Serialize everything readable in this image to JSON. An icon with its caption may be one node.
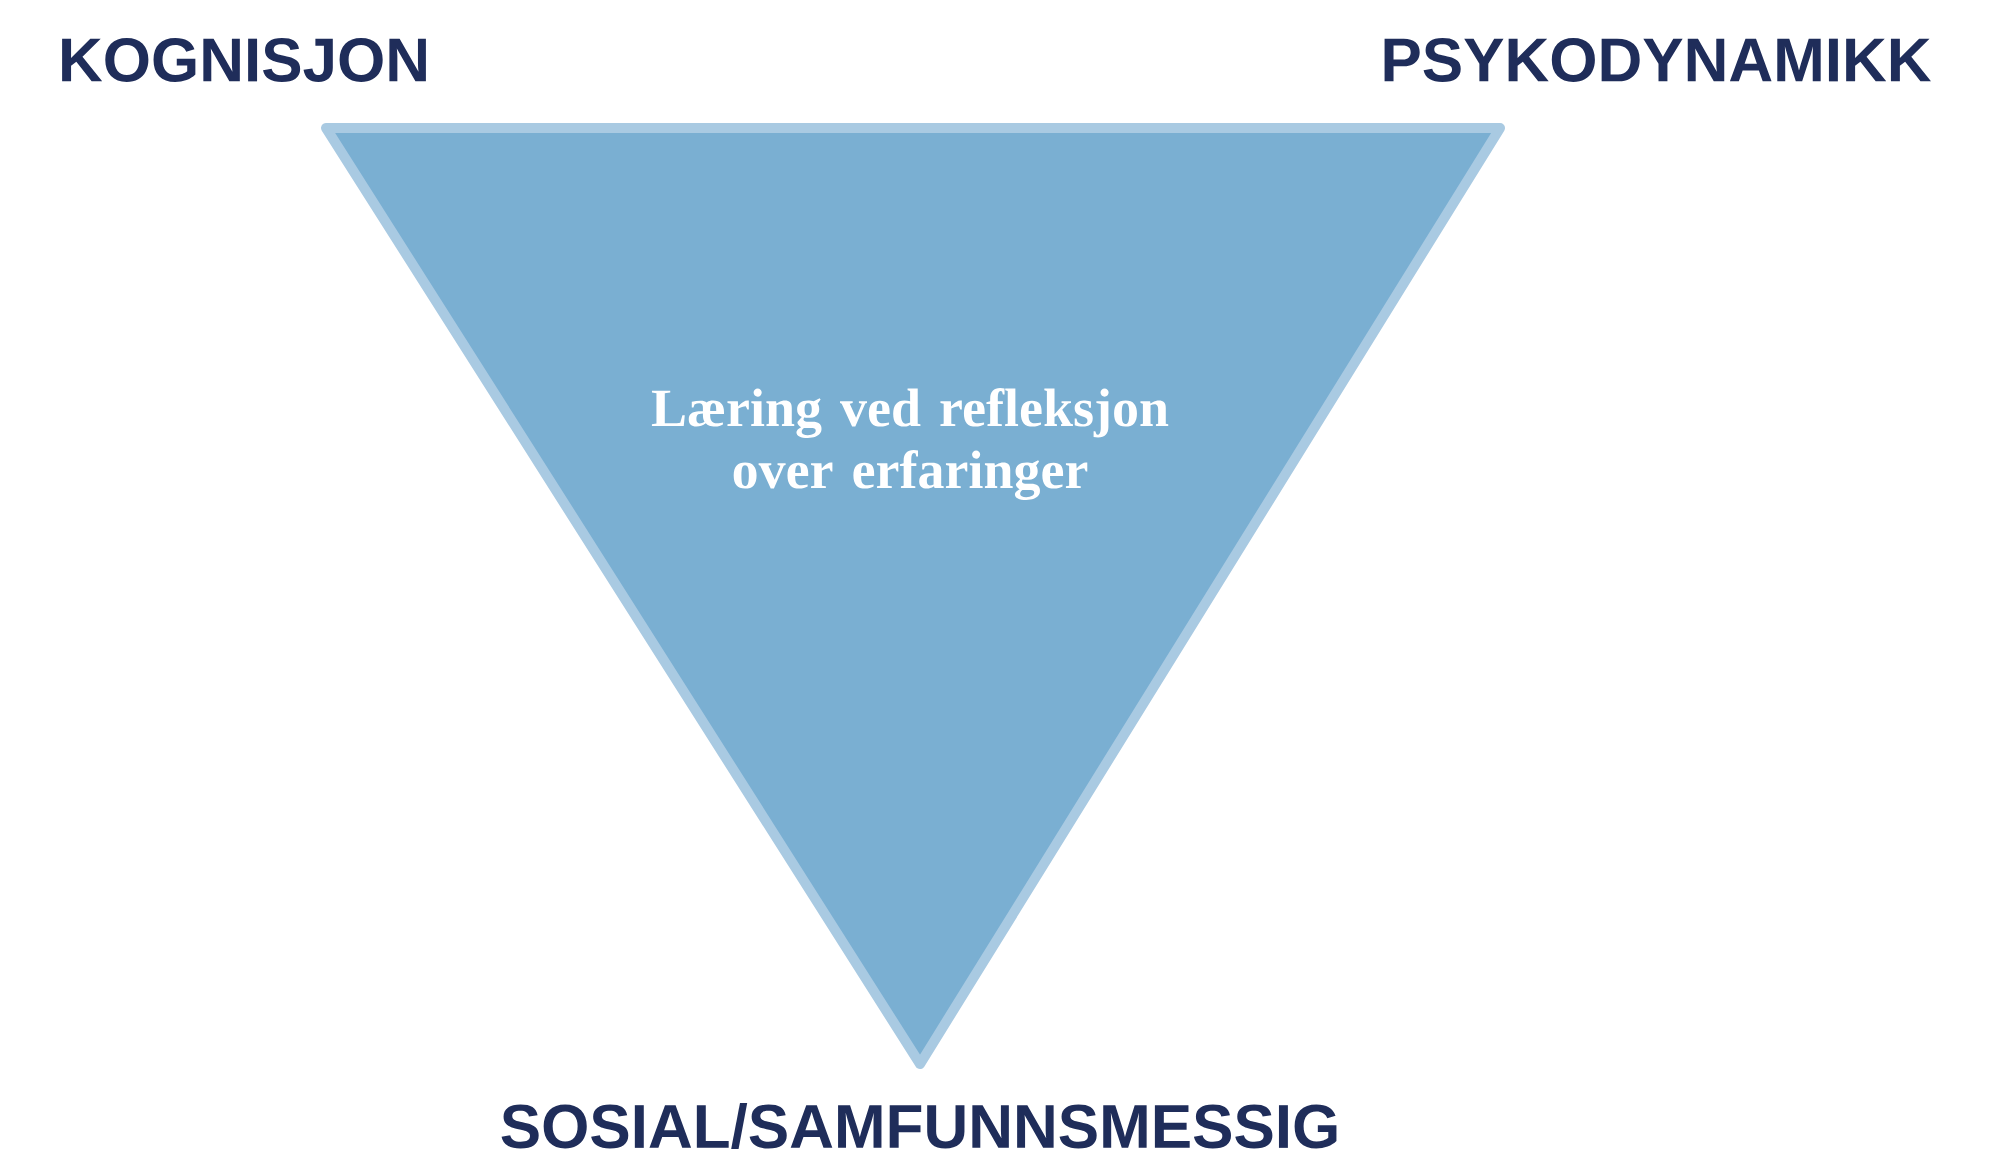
{
  "diagram": {
    "nodes": [
      {
        "text": [
          "Læring ved refleksjon over erfaringer"
        ]
      }
    ],
    "labels": [
      "KOGNISJON",
      "PSYKODYNAMIKK",
      "SOSIAL/SAMFUNNSMESSIG"
    ]
  }
}
